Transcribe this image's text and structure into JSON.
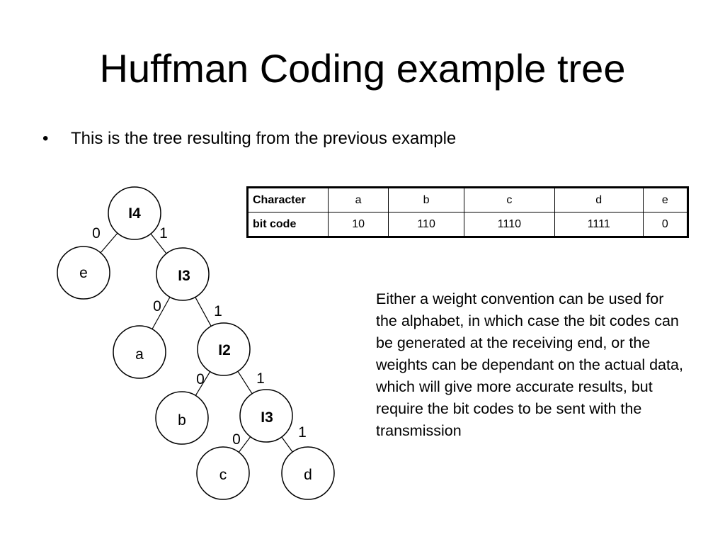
{
  "title": "Huffman Coding example tree",
  "bullet": {
    "symbol": "•",
    "text": "This is the tree resulting from the previous example"
  },
  "table": {
    "header": "Character",
    "chars": [
      "a",
      "b",
      "c",
      "d",
      "e"
    ],
    "row_label": "bit code",
    "codes": [
      "10",
      "110",
      "1110",
      "1111",
      "0"
    ]
  },
  "note": "Either a weight convention can be used for the alphabet, in which case the bit codes can be generated at the receiving end, or the weights can be dependant on the actual data, which will give more accurate results, but require the bit codes to be sent with the transmission",
  "tree": {
    "nodes": [
      {
        "id": "I4",
        "label": "I4",
        "internal": true
      },
      {
        "id": "e",
        "label": "e",
        "internal": false
      },
      {
        "id": "I3a",
        "label": "I3",
        "internal": true
      },
      {
        "id": "a",
        "label": "a",
        "internal": false
      },
      {
        "id": "I2",
        "label": "I2",
        "internal": true
      },
      {
        "id": "b",
        "label": "b",
        "internal": false
      },
      {
        "id": "I3b",
        "label": "I3",
        "internal": true
      },
      {
        "id": "c",
        "label": "c",
        "internal": false
      },
      {
        "id": "d",
        "label": "d",
        "internal": false
      }
    ],
    "edges": [
      {
        "from": "I4",
        "to": "e",
        "bit": "0"
      },
      {
        "from": "I4",
        "to": "I3a",
        "bit": "1"
      },
      {
        "from": "I3a",
        "to": "a",
        "bit": "0"
      },
      {
        "from": "I3a",
        "to": "I2",
        "bit": "1"
      },
      {
        "from": "I2",
        "to": "b",
        "bit": "0"
      },
      {
        "from": "I2",
        "to": "I3b",
        "bit": "1"
      },
      {
        "from": "I3b",
        "to": "c",
        "bit": "0"
      },
      {
        "from": "I3b",
        "to": "d",
        "bit": "1"
      }
    ]
  }
}
